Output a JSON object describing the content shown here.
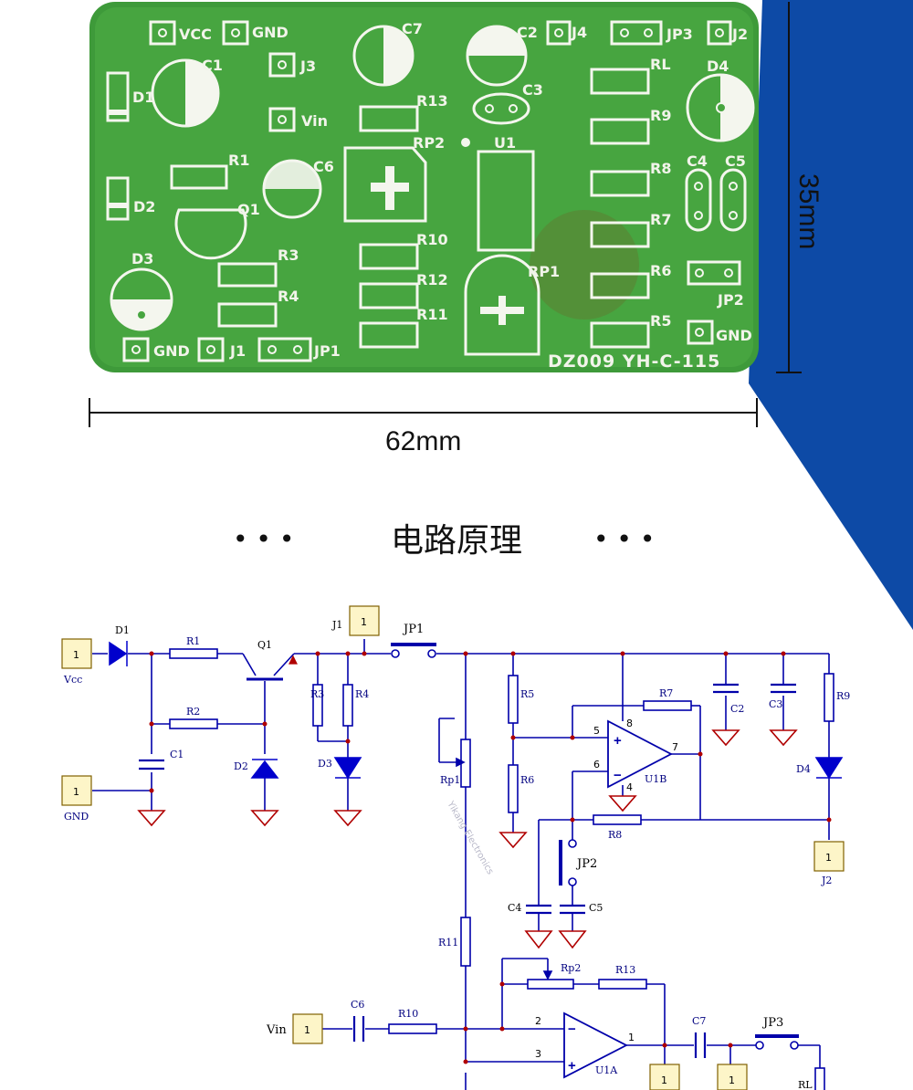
{
  "pcb": {
    "board_text": "DZ009 YH-C-115",
    "width_label": "62mm",
    "height_label": "35mm",
    "labels": {
      "vcc": "VCC",
      "gnd_top": "GND",
      "c7": "C7",
      "c2": "C2",
      "j4": "J4",
      "jp3": "JP3",
      "j2": "J2",
      "c1": "C1",
      "j3": "J3",
      "c3": "C3",
      "rl": "RL",
      "d4": "D4",
      "d1": "D1",
      "vin": "Vin",
      "r13": "R13",
      "r9": "R9",
      "rp2": "RP2",
      "u1": "U1",
      "r1": "R1",
      "c6": "C6",
      "r8": "R8",
      "c4": "C4",
      "c5": "C5",
      "d2": "D2",
      "q1": "Q1",
      "r7": "R7",
      "r10": "R10",
      "r3": "R3",
      "d3": "D3",
      "r12": "R12",
      "rp1": "RP1",
      "r6": "R6",
      "r4": "R4",
      "jp2": "JP2",
      "r11": "R11",
      "r5": "R5",
      "gnd_right": "GND",
      "gnd_left": "GND",
      "j1": "J1",
      "jp1": "JP1"
    }
  },
  "section": {
    "title": "电路原理",
    "dots_left": "• • •",
    "dots_right": "• • •"
  },
  "schematic": {
    "labels": {
      "d1": "D1",
      "r1": "R1",
      "q1": "Q1",
      "r2": "R2",
      "c1": "C1",
      "d2": "D2",
      "vcc": "Vcc",
      "gnd": "GND",
      "j1": "J1",
      "jp1": "JP1",
      "r3": "R3",
      "r4": "R4",
      "d3": "D3",
      "rp1": "Rp1",
      "r5": "R5",
      "r6": "R6",
      "r7": "R7",
      "u1b": "U1B",
      "c2": "C2",
      "c3": "C3",
      "r9": "R9",
      "d4": "D4",
      "r8": "R8",
      "jp2": "JP2",
      "c4": "C4",
      "c5": "C5",
      "j2": "J2",
      "r11": "R11",
      "rp2": "Rp2",
      "r13": "R13",
      "vin": "Vin",
      "c6": "C6",
      "r10": "R10",
      "u1a": "U1A",
      "c7": "C7",
      "jp3": "JP3",
      "rl": "RL"
    },
    "pins": {
      "p5": "5",
      "p6": "6",
      "p7": "7",
      "p8": "8",
      "p4": "4",
      "p2": "2",
      "p3": "3",
      "p1": "1",
      "plus": "+",
      "minus": "−"
    },
    "connector_value": "1",
    "watermark_en": "Yikang Electronics"
  },
  "colors": {
    "pcb_green": "#3e9a3a",
    "blue_band": "#0d4aa6",
    "wire": "#0000aa",
    "ground": "#b00000"
  }
}
